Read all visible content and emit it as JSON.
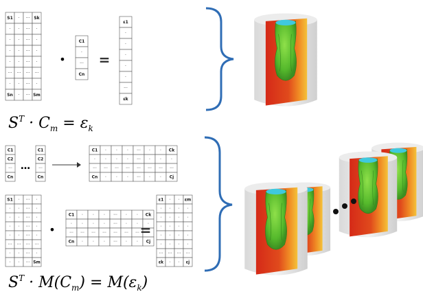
{
  "equations": {
    "top": {
      "S": "S",
      "T": "T",
      "dot": " · ",
      "C": "C",
      "m": "m",
      "eq": " = ",
      "eps": "ε",
      "k": "k"
    },
    "bottom": {
      "S": "S",
      "T": "T",
      "dot": " · ",
      "M1": "M(",
      "C": "C",
      "m": "m",
      "mid": ") = ",
      "M2": "M(",
      "eps": "ε",
      "k": "k",
      "close": ")"
    }
  },
  "symbols": {
    "dot": "•",
    "equals": "=",
    "ellipsis": "…"
  },
  "top_S": [
    [
      "S1",
      "·",
      "···",
      "Sk"
    ],
    [
      "·",
      "·",
      "···",
      "·"
    ],
    [
      "·",
      "·",
      "···",
      "·"
    ],
    [
      "·",
      "·",
      "···",
      "·"
    ],
    [
      "·",
      "·",
      "···",
      "·"
    ],
    [
      "···",
      "···",
      "···",
      "···"
    ],
    [
      "·",
      "·",
      "···",
      "·"
    ],
    [
      "Sn",
      "·",
      "···",
      "Sm"
    ]
  ],
  "top_C": [
    "C1",
    "·",
    "···",
    "Cn"
  ],
  "top_E": [
    "ε1",
    "·",
    "·",
    "·",
    "·",
    "·",
    "···",
    "εk"
  ],
  "small_cols": [
    "C1",
    "C2",
    "···",
    "Cn"
  ],
  "concat_row_first": [
    "C1",
    "·",
    "·",
    "·",
    "···",
    "·",
    "·",
    "Ck"
  ],
  "concat_row_mid": [
    "·",
    "·",
    "·",
    "·",
    "···",
    "·",
    "·",
    "·"
  ],
  "concat_row_ell": [
    "···",
    "···",
    "···",
    "···",
    "···",
    "···",
    "···",
    "···"
  ],
  "concat_row_last": [
    "Cn",
    "·",
    "·",
    "·",
    "···",
    "·",
    "·",
    "Cj"
  ],
  "bot_S": [
    [
      "S1",
      "·",
      "···",
      "·"
    ],
    [
      "·",
      "·",
      "···",
      "·"
    ],
    [
      "·",
      "·",
      "···",
      "·"
    ],
    [
      "·",
      "·",
      "···",
      "·"
    ],
    [
      "·",
      "·",
      "···",
      "·"
    ],
    [
      "···",
      "···",
      "···",
      "···"
    ],
    [
      "·",
      "·",
      "···",
      "·"
    ],
    [
      "·",
      "·",
      "···",
      "Sm"
    ]
  ],
  "bot_E": [
    [
      "ε1",
      "·",
      "·",
      "εm"
    ],
    [
      "·",
      "·",
      "·",
      "·"
    ],
    [
      "·",
      "·",
      "·",
      "·"
    ],
    [
      "·",
      "·",
      "·",
      "·"
    ],
    [
      "·",
      "·",
      "·",
      "·"
    ],
    [
      "·",
      "·",
      "·",
      "·"
    ],
    [
      "···",
      "···",
      "···",
      "···"
    ],
    [
      "εk",
      "·",
      "·",
      "εj"
    ]
  ],
  "colors": {
    "brace": "#2f6db5",
    "hot": "#d42a1a",
    "warm": "#f07a20",
    "cool": "#3cc8e0",
    "surface": "#6ed23a"
  }
}
